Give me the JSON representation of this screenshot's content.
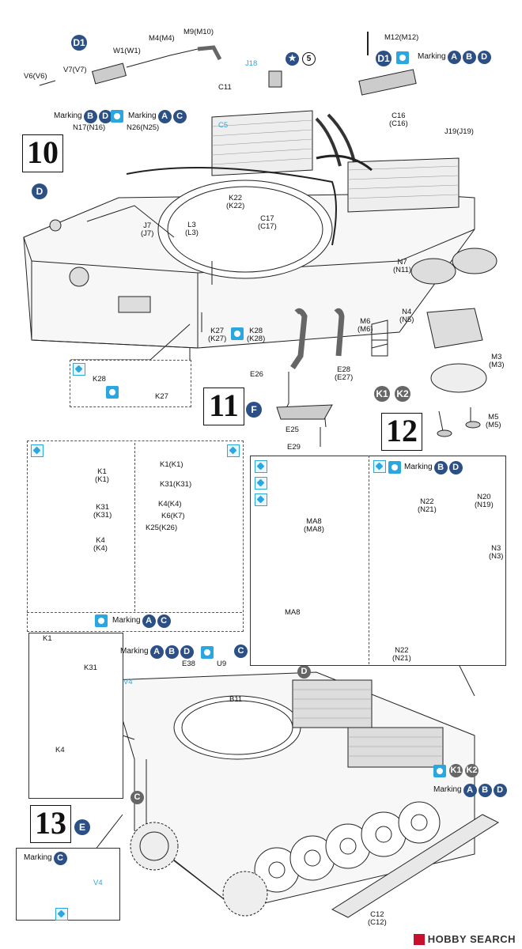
{
  "steps": {
    "s10": {
      "num": "10",
      "letter": "D"
    },
    "s11": {
      "num": "11",
      "letter": "F"
    },
    "s12": {
      "num": "12"
    },
    "s13": {
      "num": "13",
      "letter": "E"
    }
  },
  "top_badges": {
    "d1_a": "D1",
    "d1_b": "D1",
    "star_count": "5",
    "k1": "K1",
    "k2": "K2",
    "d_turret": "D",
    "c_rear": "C"
  },
  "markings": {
    "marking_abd_top": {
      "word": "Marking",
      "letters": [
        "A",
        "B",
        "D"
      ]
    },
    "marking_bd": {
      "word": "Marking",
      "letters": [
        "B",
        "D"
      ]
    },
    "marking_ac": {
      "word": "Marking",
      "letters": [
        "A",
        "C"
      ]
    },
    "marking_ac_panel": {
      "word": "Marking",
      "letters": [
        "A",
        "C"
      ]
    },
    "marking_bd_panel12": {
      "word": "Marking",
      "letters": [
        "B",
        "D"
      ]
    },
    "marking_abd_13": {
      "word": "Marking",
      "letters": [
        "A",
        "B",
        "D"
      ]
    },
    "marking_c_13": {
      "word": "Marking",
      "letters": [
        "C"
      ]
    },
    "marking_abd_right": {
      "word": "Marking",
      "letters": [
        "A",
        "B",
        "D"
      ]
    },
    "marking_c_inset": {
      "word": "Marking",
      "letters": [
        "C"
      ]
    }
  },
  "labels": {
    "m4": "M4(M4)",
    "m9": "M9(M10)",
    "w1": "W1(W1)",
    "v6": "V6(V6)",
    "v7": "V7(V7)",
    "j18": "J18",
    "m12": "M12(M12)",
    "c11": "C11",
    "c5": "C5",
    "n17": "N17(N16)",
    "n26": "N26(N25)",
    "c16": "C16\n(C16)",
    "j19": "J19(J19)",
    "k22": "K22\n(K22)",
    "j7": "J7\n(J7)",
    "l3": "L3\n(L3)",
    "c17": "C17\n(C17)",
    "k27": "K27\n(K27)",
    "k28": "K28\n(K28)",
    "k28b": "K28",
    "k27b": "K27",
    "n7": "N7\n(N11)",
    "n4": "N4\n(N5)",
    "m6": "M6\n(M6)",
    "m3": "M3\n(M3)",
    "m5": "M5\n(M5)",
    "e26": "E26",
    "e28": "E28\n(E27)",
    "e25": "E25",
    "e29": "E29",
    "k1a": "K1\n(K1)",
    "k31a": "K31\n(K31)",
    "k4a": "K4\n(K4)",
    "k1b": "K1(K1)",
    "k31b": "K31(K31)",
    "k4b": "K4(K4)",
    "k6": "K6(K7)",
    "k25": "K25(K26)",
    "ma8": "MA8\n(MA8)",
    "ma8b": "MA8",
    "n22": "N22\n(N21)",
    "n20": "N20\n(N19)",
    "n3": "N3\n(N3)",
    "n22b": "N22\n(N21)",
    "k1c": "K1",
    "k31c": "K31",
    "k4c": "K4",
    "e38": "E38",
    "u9": "U9",
    "v4": "V4",
    "b11": "B11",
    "v4b": "V4",
    "c12": "C12\n(C12)"
  },
  "watermark": {
    "text": "HOBBY SEARCH"
  },
  "colors": {
    "badge": "#2c4f86",
    "accent": "#2aa7e0",
    "line": "#111111"
  }
}
